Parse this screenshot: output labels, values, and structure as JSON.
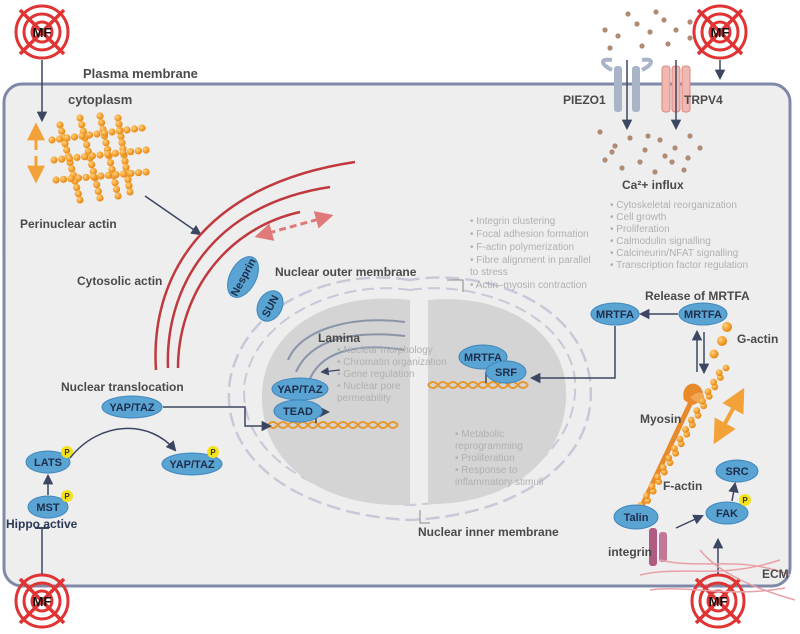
{
  "labels": {
    "plasma_membrane": "Plasma membrane",
    "cytoplasm": "cytoplasm",
    "perinuclear_actin": "Perinuclear actin",
    "cytosolic_actin": "Cytosolic actin",
    "nuclear_outer_membrane": "Nuclear outer  membrane",
    "nuclear_inner_membrane": "Nuclear inner  membrane",
    "lamina": "Lamina",
    "nuclear_translocation": "Nuclear translocation",
    "hippo_active": "Hippo active",
    "ca_influx": "Ca²+ influx",
    "piezo1": "PIEZO1",
    "trpv4": "TRPV4",
    "release_mrtfa": "Release of MRTFA",
    "g_actin": "G-actin",
    "myosin": "Myosin",
    "f_actin": "F-actin",
    "integrin": "integrin",
    "ecm": "ECM",
    "mf": "MF"
  },
  "proteins": {
    "nesprin": "Nesprin",
    "sun": "SUN",
    "yap_taz": "YAP/TAZ",
    "tead": "TEAD",
    "lats": "LATS",
    "mst": "MST",
    "mrtfa": "MRTFA",
    "srf": "SRF",
    "src": "SRC",
    "fak": "FAK",
    "talin": "Talin",
    "p": "P"
  },
  "lists": {
    "integrin_effects": [
      "• Integrin clustering",
      "• Focal adhesion formation",
      "• F-actin polymerization",
      "• Fibre alignment in parallel",
      "   to stress",
      "• Actin–myosin contraction"
    ],
    "calcium_effects": [
      "• Cytoskeletal reorganization",
      "• Cell growth",
      "• Proliferation",
      "• Calmodulin signalling",
      "• Calcineurin/NFAT signalling",
      "• Transcription factor regulation"
    ],
    "lamina_effects": [
      "• Nuclear morphology",
      "• Chromatin organization",
      "• Gene regulation",
      "• Nuclear pore",
      "   permeability"
    ],
    "nucleus_effects": [
      "• Metabolic",
      "   reprogramming",
      "• Proliferation",
      "• Response to",
      "   inflammatory stimuli"
    ]
  },
  "colors": {
    "membrane": "#8088a8",
    "protein": "#5aa4d4",
    "nucleus": "#d4d4d4",
    "actin": "#f29a22",
    "cytosolic_actin": "#c0393e",
    "mf_red": "#e03434",
    "phospho": "#f5e11a"
  }
}
